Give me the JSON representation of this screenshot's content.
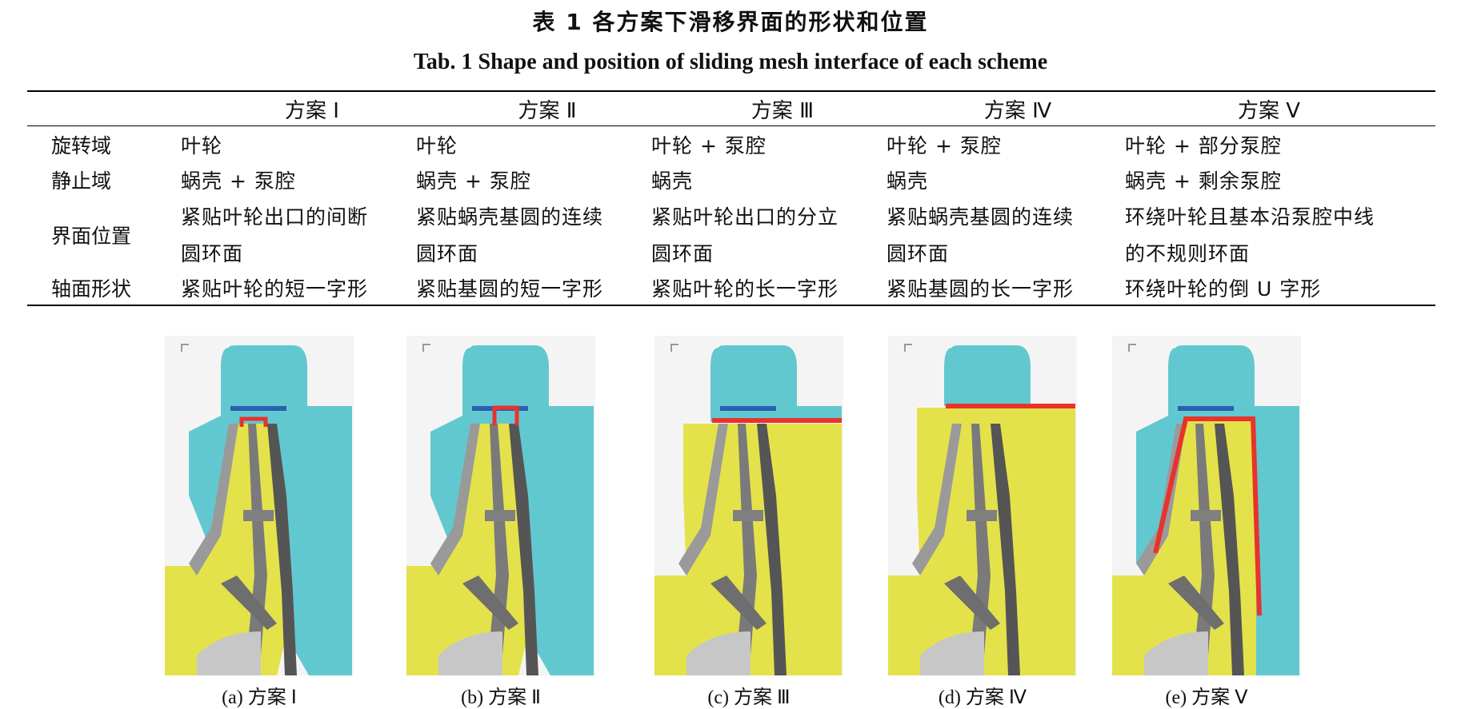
{
  "caption": {
    "cn": "表 1   各方案下滑移界面的形状和位置",
    "en": "Tab. 1    Shape and position of sliding mesh interface of each scheme"
  },
  "table": {
    "columns": [
      "方案 Ⅰ",
      "方案 Ⅱ",
      "方案 Ⅲ",
      "方案 Ⅳ",
      "方案 Ⅴ"
    ],
    "rows": [
      {
        "label": "旋转域",
        "cells": [
          [
            "叶轮"
          ],
          [
            "叶轮"
          ],
          [
            "叶轮 + 泵腔"
          ],
          [
            "叶轮 + 泵腔"
          ],
          [
            "叶轮 + 部分泵腔"
          ]
        ]
      },
      {
        "label": "静止域",
        "cells": [
          [
            "蜗壳 + 泵腔"
          ],
          [
            "蜗壳 + 泵腔"
          ],
          [
            "蜗壳"
          ],
          [
            "蜗壳"
          ],
          [
            "蜗壳 + 剩余泵腔"
          ]
        ]
      },
      {
        "label": "界面位置",
        "cells": [
          [
            "紧贴叶轮出口的间断",
            "圆环面"
          ],
          [
            "紧贴蜗壳基圆的连续",
            "圆环面"
          ],
          [
            "紧贴叶轮出口的分立",
            "圆环面"
          ],
          [
            "紧贴蜗壳基圆的连续",
            "圆环面"
          ],
          [
            "环绕叶轮且基本沿泵腔中线",
            "的不规则环面"
          ]
        ]
      },
      {
        "label": "轴面形状",
        "cells": [
          [
            "紧贴叶轮的短一字形"
          ],
          [
            "紧贴基圆的短一字形"
          ],
          [
            "紧贴叶轮的长一字形"
          ],
          [
            "紧贴基圆的长一字形"
          ],
          [
            "环绕叶轮的倒 U 字形"
          ]
        ]
      }
    ]
  },
  "figure": {
    "panels": [
      {
        "caption": "(a) 方案 Ⅰ",
        "scheme": "I"
      },
      {
        "caption": "(b) 方案 Ⅱ",
        "scheme": "II"
      },
      {
        "caption": "(c) 方案 Ⅲ",
        "scheme": "III"
      },
      {
        "caption": "(d) 方案 Ⅳ",
        "scheme": "IV"
      },
      {
        "caption": "(e) 方案 Ⅴ",
        "scheme": "V"
      }
    ],
    "colors": {
      "stationary": "#62c8d0",
      "rotating": "#e4e24a",
      "interface": "#e8332b",
      "volute_outlet": "#2b5fb0",
      "metal": "#8c8c8c"
    }
  }
}
